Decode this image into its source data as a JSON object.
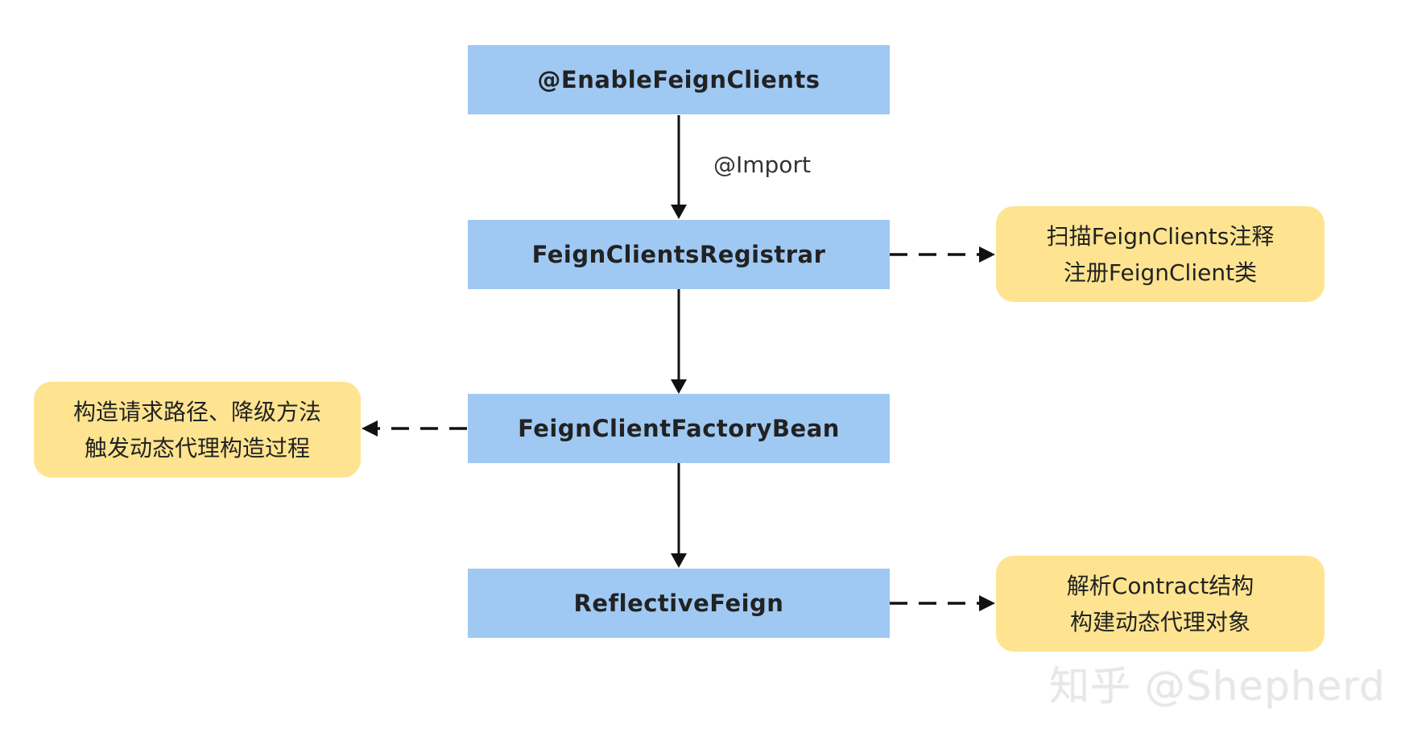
{
  "diagram": {
    "nodes": [
      {
        "id": "enable",
        "label": "@EnableFeignClients"
      },
      {
        "id": "registrar",
        "label": "FeignClientsRegistrar"
      },
      {
        "id": "factory",
        "label": "FeignClientFactoryBean"
      },
      {
        "id": "reflective",
        "label": "ReflectiveFeign"
      }
    ],
    "edge_labels": {
      "enable_to_registrar": "@Import"
    },
    "notes": {
      "registrar": [
        "扫描FeignClients注释",
        "注册FeignClient类"
      ],
      "factory": [
        "构造请求路径、降级方法",
        "触发动态代理构造过程"
      ],
      "reflective": [
        "解析Contract结构",
        "构建动态代理对象"
      ]
    },
    "colors": {
      "main_box": "#9fc9f3",
      "note_box": "#fee490",
      "arrow": "#111111",
      "text": "#222222",
      "watermark": "#e7e7e7"
    }
  },
  "watermark": "知乎 @Shepherd"
}
